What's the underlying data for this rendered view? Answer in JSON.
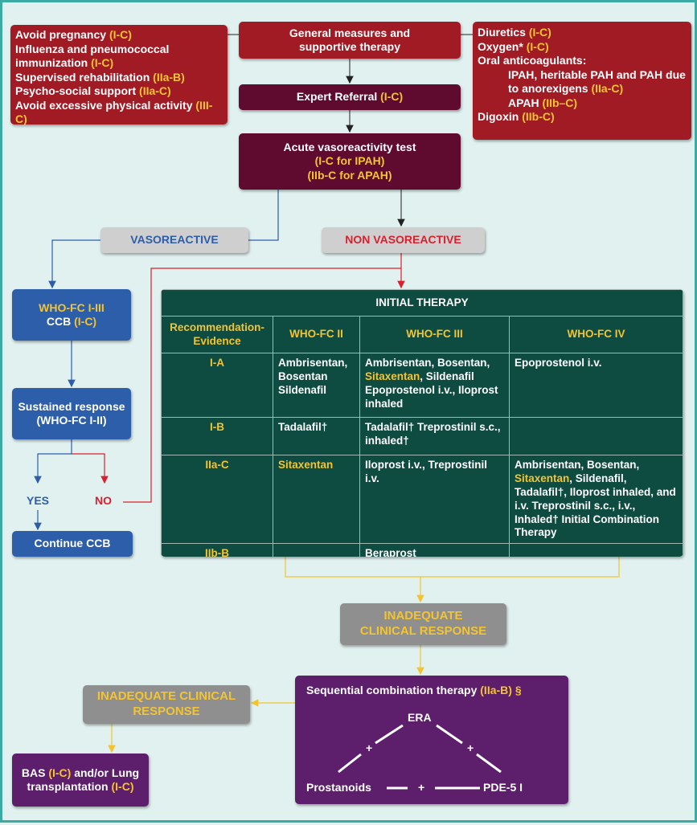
{
  "general": {
    "title": "General measures and supportive therapy"
  },
  "left_measures": [
    {
      "text": "Avoid pregnancy",
      "rec": "(I-C)"
    },
    {
      "text": "Influenza and pneumococcal immunization",
      "rec": "(I-C)"
    },
    {
      "text": "Supervised rehabilitation",
      "rec": "(IIa-B)"
    },
    {
      "text": "Psycho-social support",
      "rec": "(IIa-C)"
    },
    {
      "text": "Avoid excessive physical activity",
      "rec": "(III-C)"
    }
  ],
  "right_measures": {
    "diuretics": {
      "text": "Diuretics",
      "rec": "(I-C)"
    },
    "oxygen": {
      "text": "Oxygen*",
      "rec": "(I-C)"
    },
    "anticoag": "Oral anticoagulants:",
    "ipah": {
      "text": "IPAH, heritable PAH and PAH due to anorexigens",
      "rec": "(IIa-C)"
    },
    "apah": {
      "text": "APAH",
      "rec": "(IIb–C)"
    },
    "digoxin": {
      "text": "Digoxin",
      "rec": "(IIb-C)"
    }
  },
  "referral": {
    "text": "Expert Referral",
    "rec": "(I-C)"
  },
  "vaso_test": {
    "title": "Acute vasoreactivity test",
    "rec1": "(I-C for IPAH)",
    "rec2": "(IIb-C for APAH)"
  },
  "vasoreactive": "VASOREACTIVE",
  "nonvasoreactive": "NON VASOREACTIVE",
  "who_ccb": {
    "line1": "WHO-FC I-III",
    "ccb": "CCB",
    "rec": "(I-C)"
  },
  "sustained": {
    "line1": "Sustained response",
    "line2": "(WHO-FC I-II)"
  },
  "yes": "YES",
  "no": "NO",
  "continue_ccb": "Continue CCB",
  "table": {
    "title": "INITIAL THERAPY",
    "headers": [
      "Recommendation-Evidence",
      "WHO-FC II",
      "WHO-FC III",
      "WHO-FC IV"
    ],
    "rows": [
      {
        "rec": "I-A",
        "c2": "Ambrisentan, Bosentan Sildenafil",
        "c3a": "Ambrisentan, Bosentan,",
        "c3y": "Sitaxentan",
        "c3b": ", Sildenafil Epoprostenol i.v., Iloprost inhaled",
        "c4": "Epoprostenol i.v."
      },
      {
        "rec": "I-B",
        "c2": "Tadalafil†",
        "c3": "Tadalafil† Treprostinil s.c., inhaled†",
        "c4": ""
      },
      {
        "rec": "IIa-C",
        "c2": "Sitaxentan",
        "c3": "Iloprost i.v., Treprostinil i.v.",
        "c4a": "Ambrisentan, Bosentan,",
        "c4y": "Sitaxentan",
        "c4b": ", Sildenafil, Tadalafil†, Iloprost inhaled, and i.v. Treprostinil s.c., i.v., Inhaled† Initial Combination Therapy"
      },
      {
        "rec": "IIb-B",
        "c2": "",
        "c3": "Beraprost",
        "c4": ""
      }
    ]
  },
  "inadequate1": "INADEQUATE CLINICAL RESPONSE",
  "sequential": {
    "text": "Sequential combination therapy",
    "rec": "(IIa-B) §",
    "era": "ERA",
    "prostanoids": "Prostanoids",
    "pde5": "PDE-5 I",
    "plus": "+"
  },
  "inadequate2": "INADEQUATE CLINICAL RESPONSE",
  "bas": {
    "a": "BAS",
    "rec1": "(I-C)",
    "b": "and/or Lung transplantation",
    "rec2": "(I-C)"
  },
  "colors": {
    "red": "#a11b25",
    "maroon": "#5f0b30",
    "blue": "#2c5ea9",
    "table": "#0e4b41",
    "purple": "#5d1e6c",
    "yellow": "#f4c430",
    "border": "#3aaaa2"
  }
}
